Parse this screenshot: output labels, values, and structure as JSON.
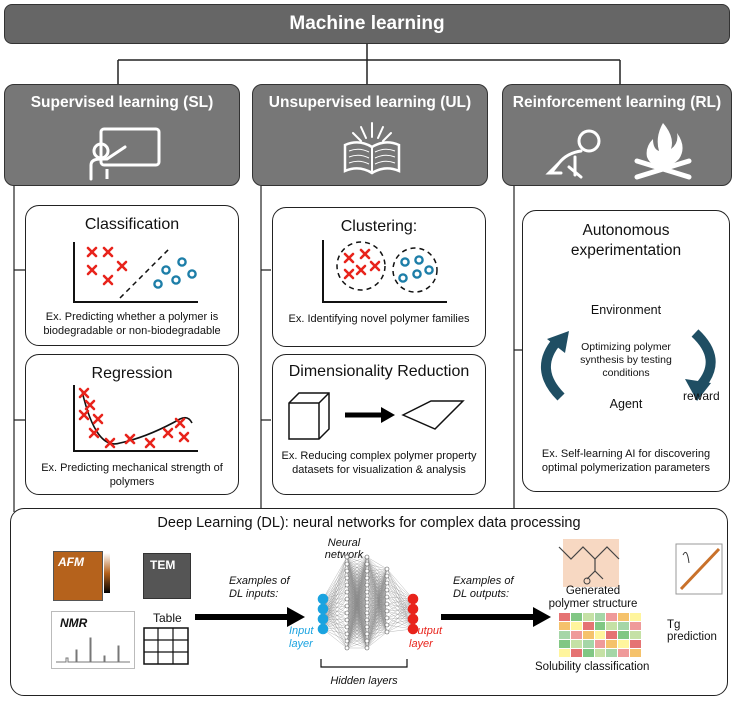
{
  "header": {
    "title": "Machine learning"
  },
  "columns": {
    "sl": {
      "title": "Supervised learning (SL)",
      "icon": "teacher-board-icon",
      "classification": {
        "title": "Classification",
        "example": "Ex. Predicting whether a polymer is biodegradable or non-biodegradable"
      },
      "regression": {
        "title": "Regression",
        "example": "Ex. Predicting mechanical strength of polymers"
      }
    },
    "ul": {
      "title": "Unsupervised learning (UL)",
      "icon": "open-book-icon",
      "clustering": {
        "title": "Clustering:",
        "example": "Ex. Identifying novel polymer families"
      },
      "dimred": {
        "title": "Dimensionality Reduction",
        "example": "Ex. Reducing complex polymer property datasets for visualization & analysis"
      }
    },
    "rl": {
      "title": "Reinforcement learning (RL)",
      "icon": "baby-and-fire-icon",
      "card": {
        "title": "Autonomous experimentation",
        "environment": "Environment",
        "center": "Optimizing polymer synthesis by testing conditions",
        "agent": "Agent",
        "reward": "reward",
        "example": "Ex. Self-learning AI for discovering optimal polymerization parameters"
      }
    }
  },
  "deep_learning": {
    "title": "Deep Learning (DL): neural networks for complex data processing",
    "inputs": {
      "afm": "AFM",
      "tem": "TEM",
      "nmr": "NMR",
      "table": "Table"
    },
    "inputs_label": "Examples of DL inputs:",
    "network_label": "Neural network",
    "input_layer": "Input layer",
    "output_layer": "Output layer",
    "hidden_layers": "Hidden layers",
    "outputs_label": "Examples of DL outputs:",
    "outputs": {
      "polymer": "Generated polymer structure",
      "tg": "Tg prediction",
      "solubility": "Solubility classification"
    }
  },
  "colors": {
    "cross": "#e8231b",
    "circle": "#1d7ea8",
    "input_node": "#1aa3e0",
    "output_node": "#e8231b",
    "header_bg": "#777777"
  }
}
